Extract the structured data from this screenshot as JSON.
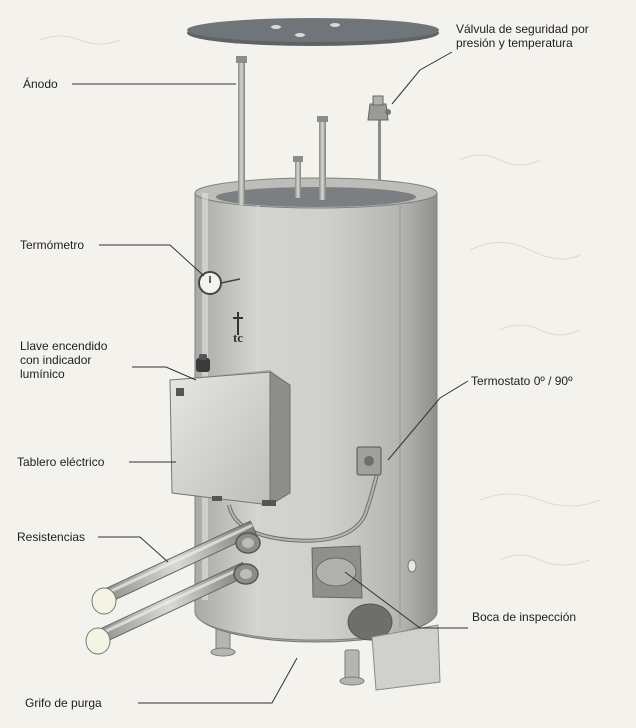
{
  "diagram": {
    "labels": {
      "anodo": "Ánodo",
      "valvula": [
        "Válvula de seguridad por",
        "presión y temperatura"
      ],
      "termometro": "Termómetro",
      "llave": [
        "Llave encendido",
        "con indicador",
        "lumínico"
      ],
      "tablero": "Tablero eléctrico",
      "resistencias": "Resistencias",
      "grifo": "Grifo de purga",
      "termostato": "Termostato 0º / 90º",
      "boca": "Boca de inspección"
    },
    "logo_text": "tc"
  },
  "colors": {
    "tank_body": "#c9c9c6",
    "tank_shadow": "#9f9f9c",
    "lid": "#6f7375",
    "leader_line": "#333333",
    "background": "#f4f2ec"
  }
}
